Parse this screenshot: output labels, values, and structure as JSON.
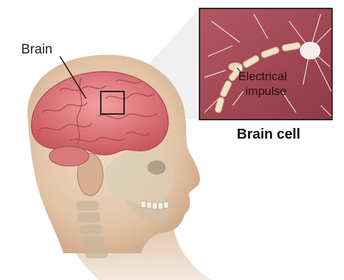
{
  "labels": {
    "brain": "Brain",
    "electrical_impulse_line1": "Electrical",
    "electrical_impulse_line2": "impulse",
    "brain_cell": "Brain cell"
  },
  "colors": {
    "background": "#ffffff",
    "inset_background": "#a84a55",
    "brain": "#e08585",
    "skin": "#e8cfb8",
    "skull": "#d8ccb8",
    "neuron": "#ffffff"
  }
}
